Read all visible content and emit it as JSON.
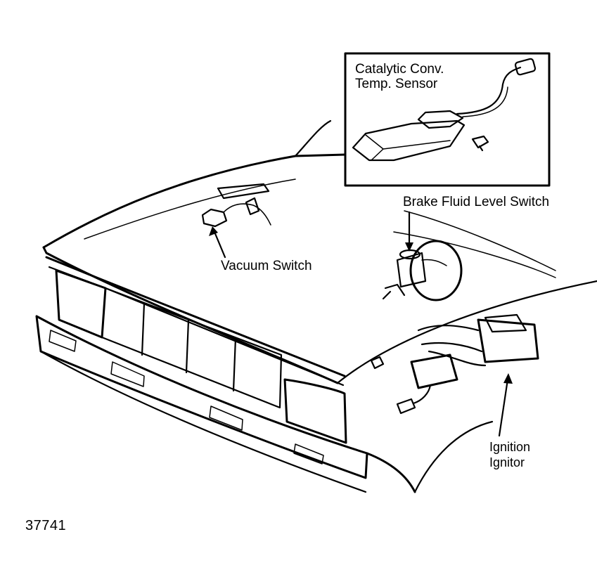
{
  "labels": {
    "catalytic_sensor_line1": "Catalytic Conv.",
    "catalytic_sensor_line2": "Temp. Sensor",
    "brake_fluid": "Brake Fluid Level Switch",
    "vacuum_switch": "Vacuum Switch",
    "ignition_line1": "Ignition",
    "ignition_line2": "Ignitor"
  },
  "figure_number": "37741",
  "colors": {
    "ink": "#000000",
    "paper": "#ffffff"
  }
}
